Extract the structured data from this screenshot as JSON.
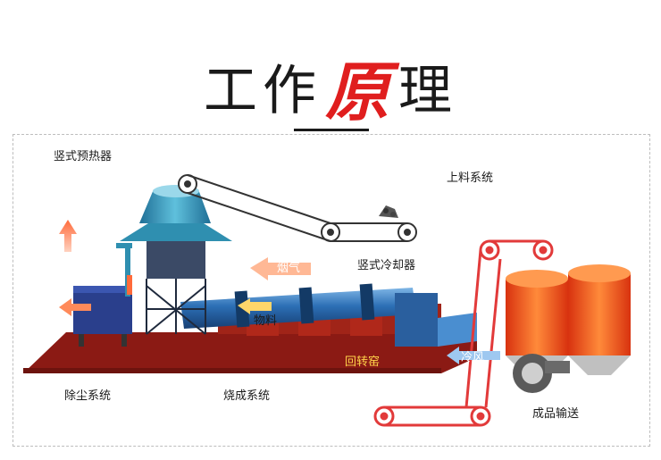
{
  "title": {
    "part1": "工作",
    "accent": "原",
    "part2": "理"
  },
  "labels": {
    "preheater": "竖式预热器",
    "feeding": "上料系统",
    "cooler": "竖式冷却器",
    "dust": "除尘系统",
    "firing": "烧成系统",
    "product": "成品输送"
  },
  "diagram_text": {
    "smoke": "烟气",
    "material": "物料",
    "kiln": "回转窑",
    "cold_air": "冷风"
  },
  "colors": {
    "title_accent": "#e01e1e",
    "base": "#8b1a14",
    "kiln": "#2c6fb5",
    "tower": "#2f8fb0",
    "silo": "#e8441a",
    "conveyor": "#e23a3a"
  }
}
